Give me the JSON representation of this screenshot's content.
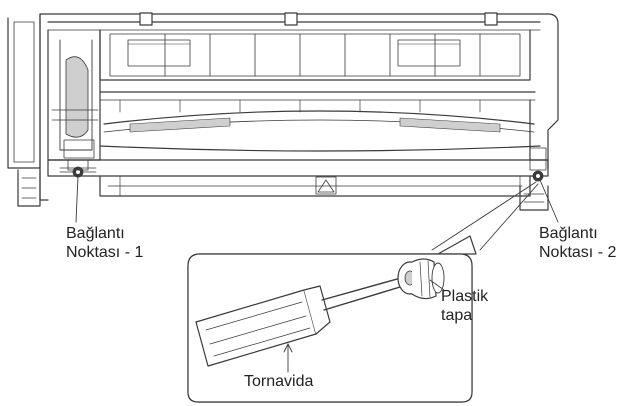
{
  "labels": {
    "point1_line1": "Bağlantı",
    "point1_line2": "Noktası - 1",
    "point2_line1": "Bağlantı",
    "point2_line2": "Noktası - 2",
    "plug_line1": "Plastik",
    "plug_line2": "tapa",
    "screwdriver": "Tornavida"
  },
  "colors": {
    "line": "#3a3a3a",
    "shade": "#cfcfcf",
    "background": "#ffffff"
  }
}
